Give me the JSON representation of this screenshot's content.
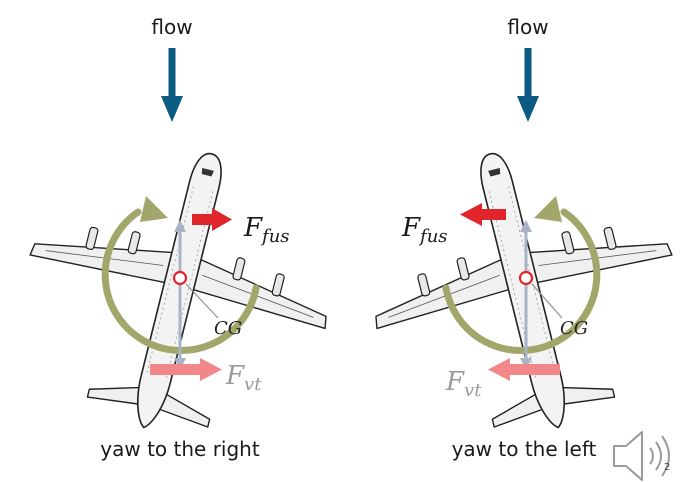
{
  "left": {
    "flow_label": "flow",
    "force_fus": {
      "main": "F",
      "sub": "fus"
    },
    "force_vt": {
      "main": "F",
      "sub": "vt"
    },
    "cg_label": "CG",
    "caption": "yaw to the right"
  },
  "right": {
    "flow_label": "flow",
    "force_fus": {
      "main": "F",
      "sub": "fus"
    },
    "force_vt": {
      "main": "F",
      "sub": "vt"
    },
    "cg_label": "CG",
    "caption": "yaw to the left"
  },
  "footer": {
    "page_number": "2"
  },
  "colors": {
    "flow_arrow": "#0b5a82",
    "fus_arrow": "#e0262b",
    "vt_arrow": "#f2878a",
    "yaw_circle": "#a3a66a",
    "axis_line": "#a8b4c6",
    "cg_marker": "#e0262b",
    "airframe": "#f0f0f0"
  }
}
